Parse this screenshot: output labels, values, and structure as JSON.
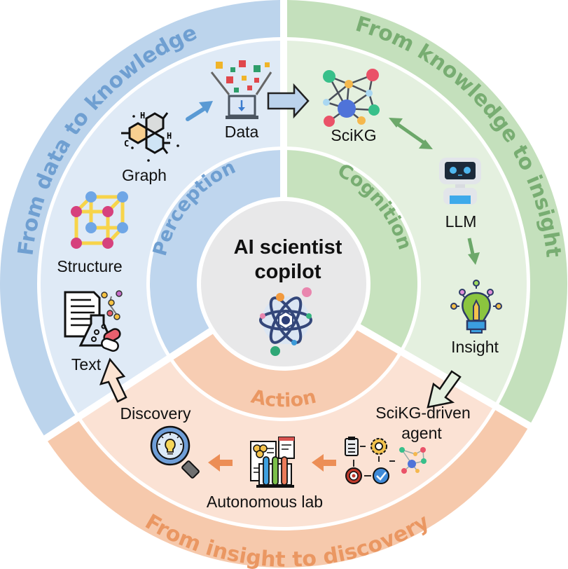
{
  "center": {
    "title_line1": "AI scientist",
    "title_line2": "copilot",
    "icon": "atom-icon"
  },
  "colors": {
    "blue_outer": "#bcd4ec",
    "blue_mid": "#dfeaf6",
    "blue_inner": "#bfd6ee",
    "blue_text": "#6f9fd1",
    "green_outer": "#c4e0bc",
    "green_mid": "#e4f0df",
    "green_inner": "#c7e2be",
    "green_text": "#78ad72",
    "orange_outer": "#f6c9ac",
    "orange_mid": "#fbe2d4",
    "orange_inner": "#f7cdb3",
    "orange_text": "#ea9762",
    "center_gray": "#e8e8e9"
  },
  "outer_ring": {
    "left": "From data to knowledge",
    "right": "From knowledge to insight",
    "bottom": "From insight to discovery"
  },
  "inner_ring": {
    "left": "Perception",
    "right": "Cognition",
    "bottom": "Action"
  },
  "nodes": {
    "graph": "Graph",
    "data": "Data",
    "structure": "Structure",
    "text": "Text",
    "scikg": "SciKG",
    "llm": "LLM",
    "insight": "Insight",
    "agent_line1": "SciKG-driven",
    "agent_line2": "agent",
    "lab": "Autonomous lab",
    "discovery": "Discovery"
  },
  "molecule_labels": {
    "h1": "H",
    "h2": "H",
    "c": "C"
  }
}
